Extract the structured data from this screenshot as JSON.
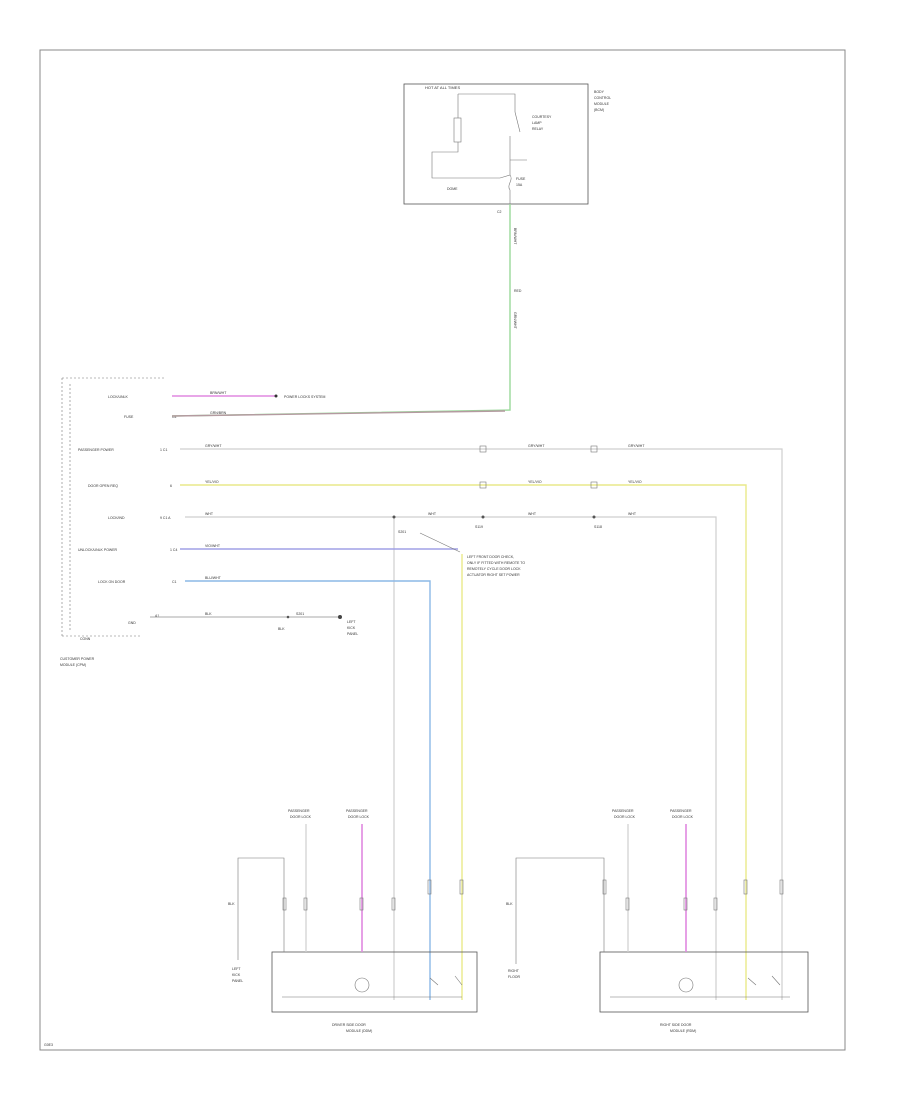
{
  "colors": {
    "frame": "#888888",
    "wire_gray": "#cfcfcf",
    "wire_yellow": "#e9e98a",
    "wire_green": "#9ad89a",
    "wire_violet": "#a0a0e6",
    "wire_blue": "#8cb8e6",
    "wire_pink": "#e088e0",
    "wire_brown": "#b49aa0"
  },
  "fuse_box": {
    "title": "HOT AT ALL TIMES",
    "side_label_lines": [
      "BODY",
      "CONTROL",
      "MODULE",
      "(BCM)"
    ],
    "relay_lines": [
      "COURTESY",
      "LAMP",
      "RELAY"
    ],
    "coil_label": "DOME",
    "fuse_label": "FUSE",
    "fuse_amps": "15A",
    "connector": "C2",
    "wire_top": "BRN/WHT",
    "wire_mid": "RED",
    "wire_bottom": "GRN/WHT"
  },
  "bcm": {
    "pins": [
      {
        "label": "LOCK/UNLK",
        "pin": "",
        "wire": "BRN/WHT",
        "dest": "POWER LOCKS SYSTEM"
      },
      {
        "label": "FUSE",
        "pin": "C4",
        "wire": "GRN/BRN",
        "dest": ""
      },
      {
        "label": "PASSENGER POWER",
        "pin": "1 C1",
        "wire": "GRY/WHT",
        "dest": ""
      },
      {
        "label": "DOOR OPEN REQ",
        "pin": "6",
        "wire": "YEL/VIO",
        "dest": ""
      },
      {
        "label": "LOCK/IND",
        "pin": "9 C1 A",
        "wire": "WHT",
        "dest": ""
      },
      {
        "label": "UNLOCK/UNLK POWER",
        "pin": "1 C4",
        "wire": "VIO/WHT",
        "dest": ""
      },
      {
        "label": "LOCK ON DOOR",
        "pin": "C1",
        "wire": "BLU/WHT",
        "dest": ""
      },
      {
        "label": "GND",
        "pin": "A1",
        "wire": "BLK",
        "dest": ""
      }
    ],
    "bottom_label": "CONN",
    "title_lines": [
      "CUSTOMER POWER",
      "MODULE (CPM)"
    ],
    "gnd_splice": "S201",
    "gnd_wire_label": "BLK",
    "gnd_dest_lines": [
      "LEFT",
      "KICK",
      "PANEL"
    ],
    "splices": [
      "S119",
      "S118"
    ],
    "splice_note": "S201",
    "note_lines": [
      "LEFT FRONT DOOR CHECK,",
      "ONLY IF FITTED WITH REMOTE TO",
      "REMOTELY CYCLE DOOR LOCK",
      "ACTUATOR RIGHT SET POWER"
    ]
  },
  "doors": {
    "left": {
      "title_lines": [
        "DRIVER SIDE DOOR",
        "MODULE (DDM)"
      ],
      "top_labels": [
        [
          "PASSENGER",
          "DOOR LOCK"
        ],
        [
          "PASSENGER",
          "DOOR LOCK"
        ]
      ],
      "ground_label": "BLK",
      "ground_dest": [
        "LEFT",
        "KICK",
        "PANEL"
      ]
    },
    "right": {
      "title_lines": [
        "RIGHT SIDE DOOR",
        "MODULE (RDM)"
      ],
      "top_labels": [
        [
          "PASSENGER",
          "DOOR LOCK"
        ],
        [
          "PASSENGER",
          "DOOR LOCK"
        ]
      ],
      "ground_label": "BLK",
      "ground_dest": [
        "RIGHT",
        "FLOOR"
      ]
    }
  },
  "footer": "G0E3"
}
